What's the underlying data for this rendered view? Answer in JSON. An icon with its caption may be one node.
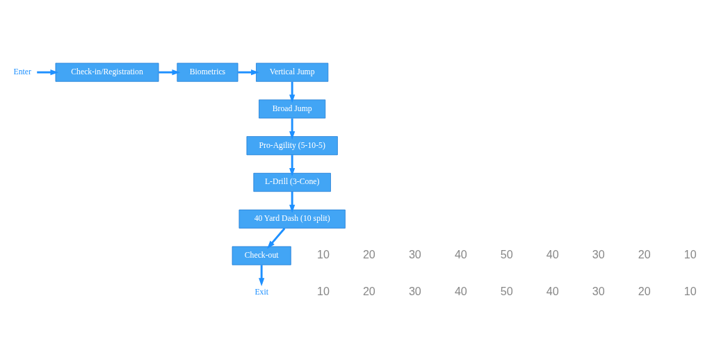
{
  "diagram": {
    "nodes": [
      {
        "text": [
          "Enter"
        ]
      },
      {
        "text": [
          "Check-in/Registration"
        ]
      },
      {
        "text": [
          "Biometrics"
        ]
      },
      {
        "text": [
          "Vertical Jump"
        ]
      },
      {
        "text": [
          "Broad Jump"
        ]
      },
      {
        "text": [
          "Pro-Agility (5-10-5)"
        ]
      },
      {
        "text": [
          "L-Drill (3-Cone)"
        ]
      },
      {
        "text": [
          "40 Yard Dash (10 split)"
        ]
      },
      {
        "text": [
          "Check-out"
        ]
      },
      {
        "text": [
          "Exit"
        ]
      }
    ],
    "edges": [
      {
        "from": 0,
        "to": 1,
        "arrow": "to"
      },
      {
        "from": 1,
        "to": 2,
        "arrow": "to"
      },
      {
        "from": 2,
        "to": 3,
        "arrow": "to"
      },
      {
        "from": 3,
        "to": 4,
        "arrow": "to"
      },
      {
        "from": 4,
        "to": 5,
        "arrow": "to"
      },
      {
        "from": 5,
        "to": 6,
        "arrow": "to"
      },
      {
        "from": 6,
        "to": 7,
        "arrow": "to"
      },
      {
        "from": 7,
        "to": 8,
        "arrow": "to"
      },
      {
        "from": 8,
        "to": 9,
        "arrow": "to"
      }
    ],
    "labels": [
      "10",
      "20",
      "30",
      "40",
      "50",
      "40",
      "30",
      "20",
      "10",
      "10",
      "20",
      "30",
      "40",
      "50",
      "40",
      "30",
      "20",
      "10"
    ]
  }
}
